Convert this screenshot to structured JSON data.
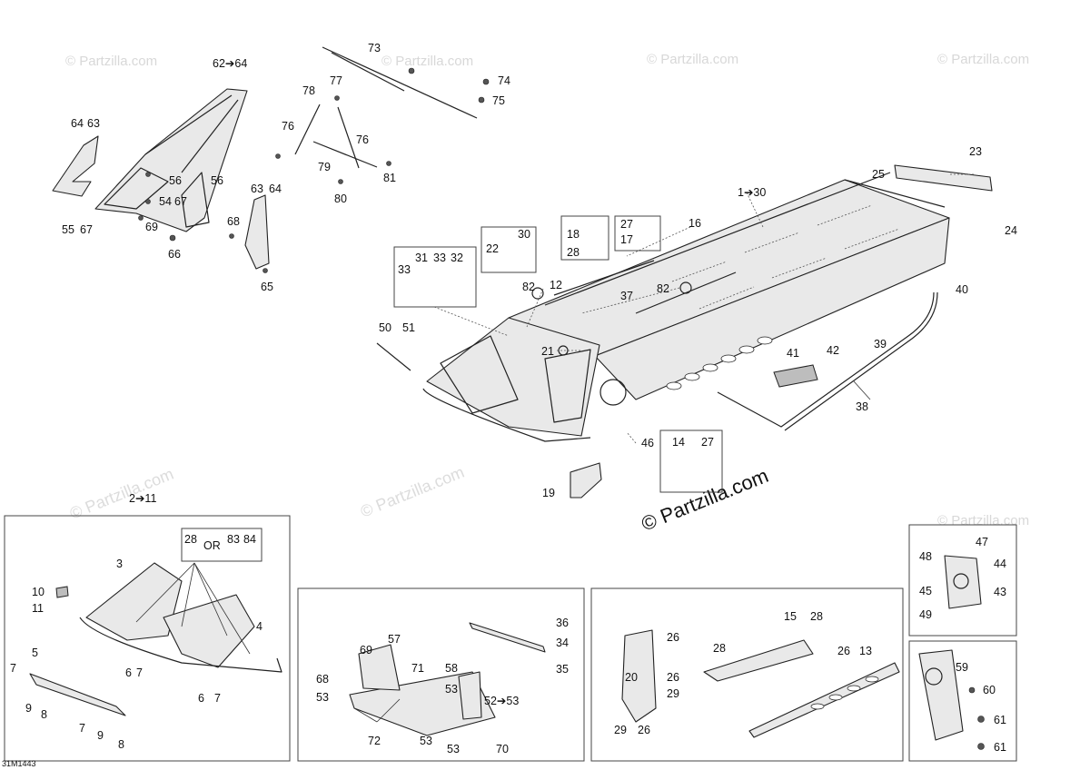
{
  "diagram_ref": "31M1443",
  "watermark": {
    "text": "© Partzilla.com"
  },
  "callouts": {
    "c62_64": "62➔64",
    "c64a": "64",
    "c63a": "63",
    "c56a": "56",
    "c56b": "56",
    "c54": "54",
    "c67a": "67",
    "c69": "69",
    "c55": "55",
    "c67b": "67",
    "c63b": "63",
    "c64b": "64",
    "c68": "68",
    "c66": "66",
    "c65": "65",
    "c73": "73",
    "c74": "74",
    "c75": "75",
    "c78": "78",
    "c77": "77",
    "c76a": "76",
    "c76b": "76",
    "c79": "79",
    "c81": "81",
    "c80": "80",
    "c1_30": "1➔30",
    "c23": "23",
    "c25": "25",
    "c24": "24",
    "c16": "16",
    "c27a": "27",
    "c17": "17",
    "c18": "18",
    "c28a": "28",
    "c30": "30",
    "c22": "22",
    "c31": "31",
    "c33a": "33",
    "c32": "32",
    "c33b": "33",
    "c82a": "82",
    "c12": "12",
    "c37": "37",
    "c82b": "82",
    "c40": "40",
    "c50": "50",
    "c51": "51",
    "c21": "21",
    "c41": "41",
    "c42": "42",
    "c39": "39",
    "c38": "38",
    "c46": "46",
    "c14": "14",
    "c27b": "27",
    "c19": "19",
    "c2_11": "2➔11",
    "c28b": "28",
    "or": "OR",
    "c83": "83",
    "c84": "84",
    "c3": "3",
    "c10": "10",
    "c11": "11",
    "c4": "4",
    "c5": "5",
    "c7a": "7",
    "c6a": "6",
    "c7b": "7",
    "c6b": "6",
    "c7c": "7",
    "c9a": "9",
    "c8a": "8",
    "c7d": "7",
    "c9b": "9",
    "c8b": "8",
    "c36": "36",
    "c34": "34",
    "c35": "35",
    "c69b": "69",
    "c57": "57",
    "c71": "71",
    "c58": "58",
    "c68b": "68",
    "c53a": "53",
    "c53b": "53",
    "c52_53": "52➔53",
    "c72": "72",
    "c53c": "53",
    "c53d": "53",
    "c70": "70",
    "c15": "15",
    "c28c": "28",
    "c26a": "26",
    "c28d": "28",
    "c26b": "26",
    "c13": "13",
    "c20": "20",
    "c26c": "26",
    "c29a": "29",
    "c29b": "29",
    "c26d": "26",
    "c47": "47",
    "c48": "48",
    "c44": "44",
    "c45": "45",
    "c43": "43",
    "c49": "49",
    "c59": "59",
    "c60": "60",
    "c61a": "61",
    "c61b": "61"
  }
}
